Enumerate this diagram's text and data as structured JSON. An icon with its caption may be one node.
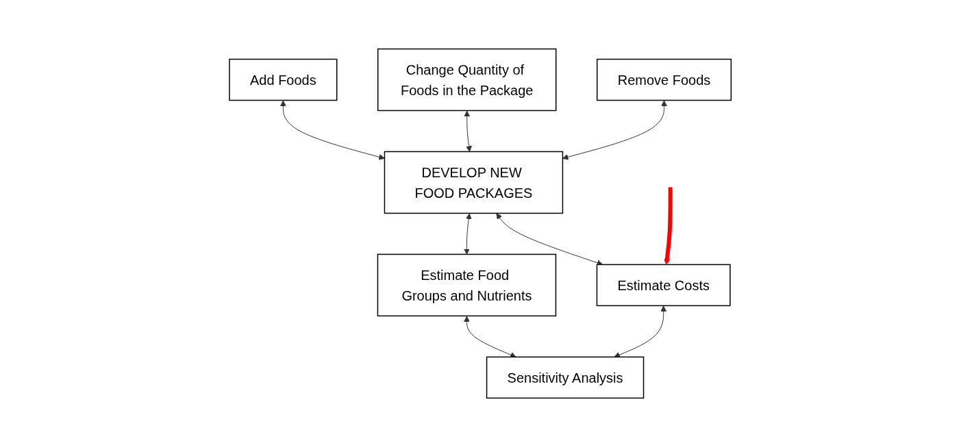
{
  "diagram": {
    "nodes": [
      {
        "text": [
          "Remove Foods"
        ]
      },
      {
        "text": [
          "Change Quantity of Foods in the Package"
        ]
      },
      {
        "text": [
          "Add Foods"
        ]
      },
      {
        "text": [
          "DEVELOP NEW FOOD PACKAGES"
        ]
      },
      {
        "text": [
          "Estimate Costs"
        ]
      },
      {
        "text": [
          "Estimate Food Groups and Nutrients"
        ]
      },
      {
        "text": [
          "Sensitivity Analysis"
        ]
      }
    ],
    "edges": [
      {
        "from": 0,
        "to": 3,
        "arrow": "both"
      },
      {
        "from": 1,
        "to": 3,
        "arrow": "both"
      },
      {
        "from": 2,
        "to": 3,
        "arrow": "both"
      },
      {
        "from": 3,
        "to": 4,
        "arrow": "both"
      },
      {
        "from": 3,
        "to": 5,
        "arrow": "both"
      },
      {
        "from": 4,
        "to": 6,
        "arrow": "both"
      },
      {
        "from": 5,
        "to": 6,
        "arrow": "both"
      },
      {
        "from": null,
        "to": 4,
        "arrow": "to",
        "style": "thick",
        "color": "#ff0000"
      }
    ]
  }
}
